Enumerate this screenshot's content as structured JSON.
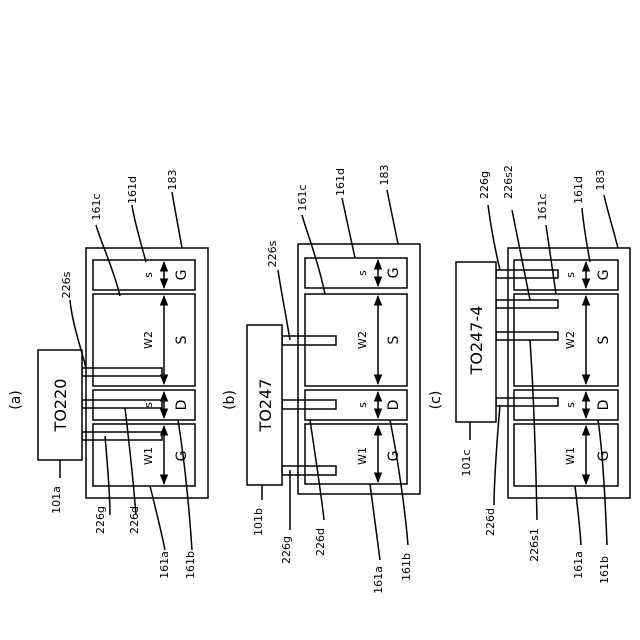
{
  "panels": {
    "a": {
      "tag": "(a)",
      "package": "TO220",
      "labels": {
        "l226s": "226s",
        "l101a": "101a",
        "l226g": "226g",
        "l226d": "226d",
        "l161a": "161a",
        "l161b": "161b",
        "l161c": "161c",
        "l161d": "161d",
        "l183": "183"
      },
      "regions": {
        "G1": "G",
        "D": "D",
        "S": "S",
        "G2": "G"
      },
      "dims": {
        "W1": "W1",
        "s1": "s",
        "W2": "W2",
        "s2": "s"
      }
    },
    "b": {
      "tag": "(b)",
      "package": "TO247",
      "labels": {
        "l226s": "226s",
        "l101b": "101b",
        "l226g": "226g",
        "l226d": "226d",
        "l161a": "161a",
        "l161b": "161b",
        "l161c": "161c",
        "l161d": "161d",
        "l183": "183"
      },
      "regions": {
        "G1": "G",
        "D": "D",
        "S": "S",
        "G2": "G"
      },
      "dims": {
        "W1": "W1",
        "s1": "s",
        "W2": "W2",
        "s2": "s"
      }
    },
    "c": {
      "tag": "(c)",
      "package": "TO247-4",
      "labels": {
        "l226g": "226g",
        "l226s2": "226s2",
        "l161c": "161c",
        "l161d": "161d",
        "l183": "183",
        "l101c": "101c",
        "l226d": "226d",
        "l226s1": "226s1",
        "l161a": "161a",
        "l161b": "161b"
      },
      "regions": {
        "G1": "G",
        "D": "D",
        "S": "S",
        "G2": "G"
      },
      "dims": {
        "W1": "W1",
        "s1": "s",
        "W2": "W2",
        "s2": "s"
      }
    }
  }
}
